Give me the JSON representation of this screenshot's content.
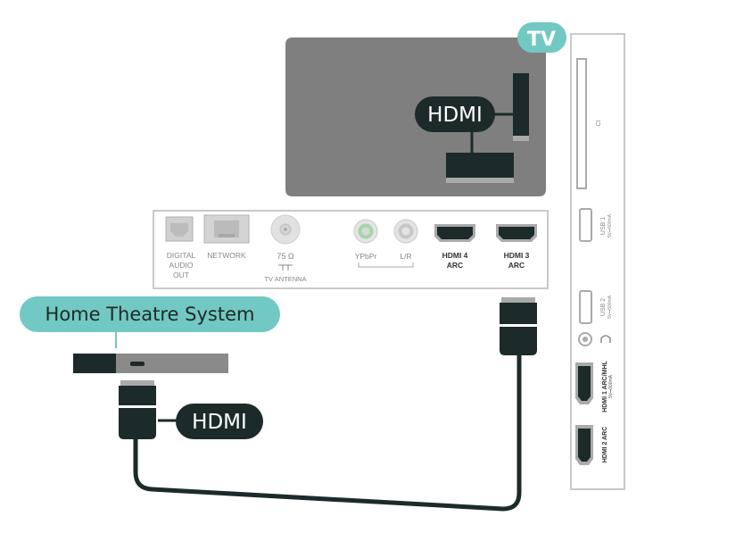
{
  "labels": {
    "tv_badge": "TV",
    "hdmi_tv": "HDMI",
    "hdmi_cable": "HDMI",
    "home_theatre": "Home Theatre System"
  },
  "rear_panel": {
    "digital_audio_out": [
      "DIGITAL",
      "AUDIO",
      "OUT"
    ],
    "network": "NETWORK",
    "antenna_value": "75 Ω",
    "antenna_label": "TV ANTENNA",
    "ypbpr": "YPbPr",
    "lr": "L/R",
    "hdmi4": [
      "HDMI 4",
      "ARC"
    ],
    "hdmi3": [
      "HDMI 3",
      "ARC"
    ]
  },
  "side_panel": {
    "ci": "CI",
    "usb1": "USB 1",
    "usb1_rating": "5V⎓500mA",
    "usb2": "USB 2",
    "usb2_rating": "5V⎓500mA",
    "headphone_icon": "headphone-icon",
    "hdmi1": "HDMI 1 ARC/MHL",
    "hdmi1_rating": "5V⎓900mA",
    "hdmi2": "HDMI 2 ARC"
  },
  "colors": {
    "accent": "#72c8c2",
    "dark": "#1d2a2a",
    "tv_body": "#7f7f7f",
    "panel_border": "#c9c9c9",
    "port_grey": "#aaaaaa",
    "device_light": "#8a8a8a"
  }
}
